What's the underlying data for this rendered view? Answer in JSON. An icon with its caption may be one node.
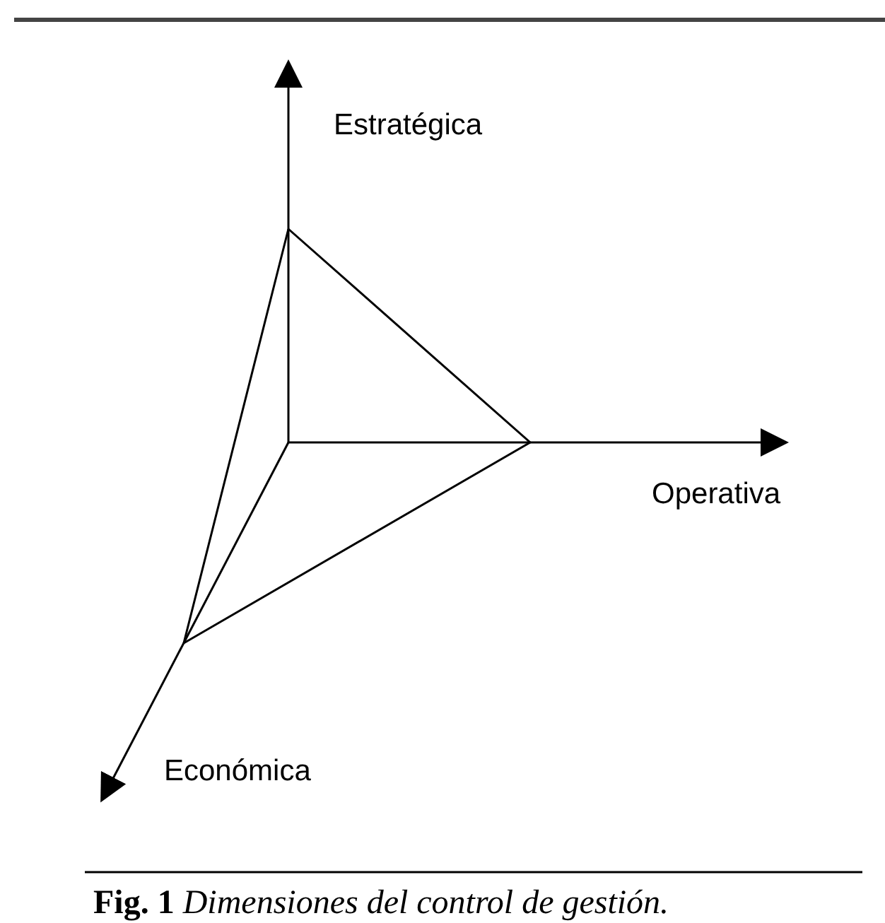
{
  "diagram": {
    "caption": "**Fig. 1** *Dimensiones del control de gestión.*",
    "labels": [
      "Estratégica",
      "Operativa",
      "Económica"
    ]
  }
}
